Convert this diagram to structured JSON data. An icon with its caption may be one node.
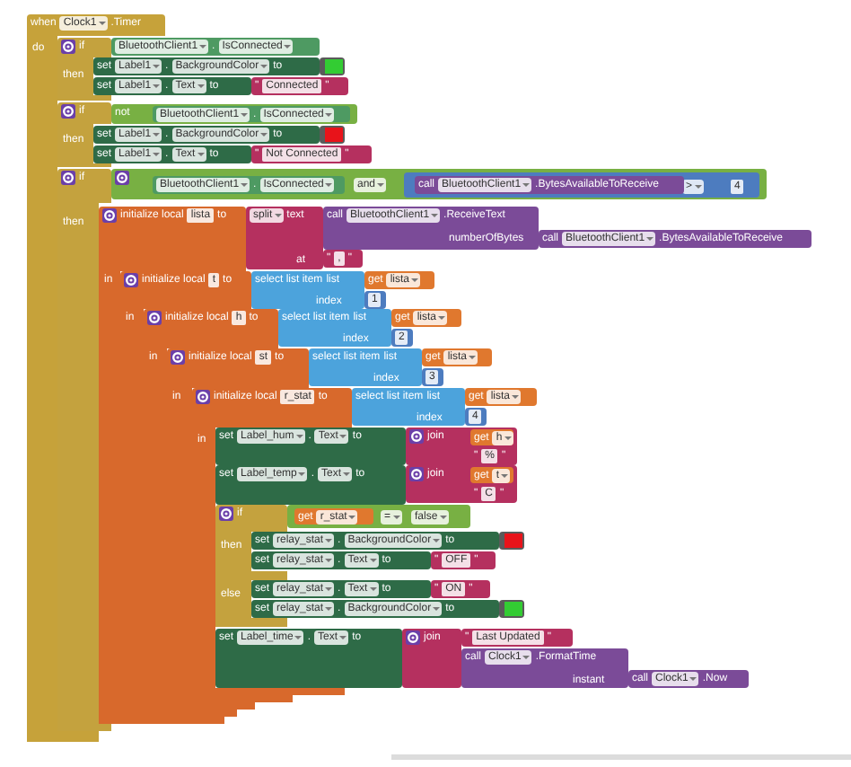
{
  "diagram": {
    "nodes": [
      {
        "text": [
          "when",
          "Clock1",
          ".Timer"
        ]
      },
      {
        "text": [
          "if"
        ]
      },
      {
        "text": [
          "BluetoothClient1",
          ".",
          "IsConnected"
        ]
      },
      {
        "text": [
          "set",
          "Label1",
          ".",
          "BackgroundColor",
          "to"
        ]
      },
      {
        "text": [],
        "shape": "box"
      },
      {
        "text": [
          "set",
          "Label1",
          ".",
          "Text",
          "to"
        ]
      },
      {
        "text": [
          "\"",
          "Connected",
          "\""
        ]
      },
      {
        "text": [
          "if"
        ]
      },
      {
        "text": [
          "not"
        ]
      },
      {
        "text": [
          "BluetoothClient1",
          ".",
          "IsConnected"
        ],
        "in": 8
      },
      {
        "text": [
          "set",
          "Label1",
          ".",
          "BackgroundColor",
          "to"
        ]
      },
      {
        "text": [],
        "shape": "box"
      },
      {
        "text": [
          "set",
          "Label1",
          ".",
          "Text",
          "to"
        ]
      },
      {
        "text": [
          "\"",
          "Not Connected",
          "\""
        ]
      },
      {
        "text": [
          "if"
        ]
      },
      {
        "text": [
          "and"
        ]
      },
      {
        "text": [
          "BluetoothClient1",
          ".",
          "IsConnected"
        ],
        "in": 15
      },
      {
        "text": [
          ">"
        ],
        "in": 15
      },
      {
        "text": [
          "call",
          "BluetoothClient1",
          ".BytesAvailableToReceive"
        ],
        "in": 17
      },
      {
        "text": [
          "4"
        ],
        "in": 17
      },
      {
        "text": [
          "initialize local",
          "lista",
          "to"
        ]
      },
      {
        "text": [
          "split",
          "text",
          "at"
        ]
      },
      {
        "text": [
          "call",
          "BluetoothClient1",
          ".ReceiveText",
          "numberOfBytes"
        ]
      },
      {
        "text": [
          "call",
          "BluetoothClient1",
          ".BytesAvailableToReceive"
        ]
      },
      {
        "text": [
          "\"",
          ",",
          "\""
        ]
      },
      {
        "text": [
          "initialize local",
          "t",
          "to"
        ]
      },
      {
        "text": [
          "select list item",
          "list",
          "index"
        ]
      },
      {
        "text": [
          "get",
          "lista"
        ]
      },
      {
        "text": [
          "1"
        ]
      },
      {
        "text": [
          "initialize local",
          "h",
          "to"
        ]
      },
      {
        "text": [
          "select list item",
          "list",
          "index"
        ]
      },
      {
        "text": [
          "get",
          "lista"
        ]
      },
      {
        "text": [
          "2"
        ]
      },
      {
        "text": [
          "initialize local",
          "st",
          "to"
        ]
      },
      {
        "text": [
          "select list item",
          "list",
          "index"
        ]
      },
      {
        "text": [
          "get",
          "lista"
        ]
      },
      {
        "text": [
          "3"
        ]
      },
      {
        "text": [
          "initialize local",
          "r_stat",
          "to"
        ]
      },
      {
        "text": [
          "select list item",
          "list",
          "index"
        ]
      },
      {
        "text": [
          "get",
          "lista"
        ]
      },
      {
        "text": [
          "4"
        ]
      },
      {
        "text": [
          "set",
          "Label_hum",
          ".",
          "Text",
          "to"
        ]
      },
      {
        "text": [
          "join"
        ]
      },
      {
        "text": [
          "get",
          "h"
        ],
        "in": 42
      },
      {
        "text": [
          "\"",
          "%",
          "\""
        ],
        "in": 42
      },
      {
        "text": [
          "set",
          "Label_temp",
          ".",
          "Text",
          "to"
        ]
      },
      {
        "text": [
          "join"
        ]
      },
      {
        "text": [
          "get",
          "t"
        ],
        "in": 46
      },
      {
        "text": [
          "\"",
          "C",
          "\""
        ],
        "in": 46
      },
      {
        "text": [
          "if"
        ]
      },
      {
        "text": [
          "="
        ]
      },
      {
        "text": [
          "get",
          "r_stat"
        ],
        "in": 50
      },
      {
        "text": [
          "false"
        ],
        "in": 50
      },
      {
        "text": [
          "set",
          "relay_stat",
          ".",
          "BackgroundColor",
          "to"
        ]
      },
      {
        "text": [],
        "shape": "box"
      },
      {
        "text": [
          "set",
          "relay_stat",
          ".",
          "Text",
          "to"
        ]
      },
      {
        "text": [
          "\"",
          "OFF",
          "\""
        ]
      },
      {
        "text": [
          "set",
          "relay_stat",
          ".",
          "Text",
          "to"
        ]
      },
      {
        "text": [
          "\"",
          "ON",
          "\""
        ]
      },
      {
        "text": [
          "set",
          "relay_stat",
          ".",
          "BackgroundColor",
          "to"
        ]
      },
      {
        "text": [],
        "shape": "box"
      },
      {
        "text": [
          "set",
          "Label_time",
          ".",
          "Text",
          "to"
        ]
      },
      {
        "text": [
          "join"
        ]
      },
      {
        "text": [
          "\"",
          "Last Updated",
          "\""
        ]
      },
      {
        "text": [
          "call",
          "Clock1",
          ".FormatTime",
          "instant"
        ]
      },
      {
        "text": [
          "call",
          "Clock1",
          ".Now"
        ]
      }
    ],
    "labels": [
      "do",
      "then",
      "then",
      "then",
      "in",
      "in",
      "in",
      "in",
      "in",
      "then",
      "else"
    ]
  }
}
